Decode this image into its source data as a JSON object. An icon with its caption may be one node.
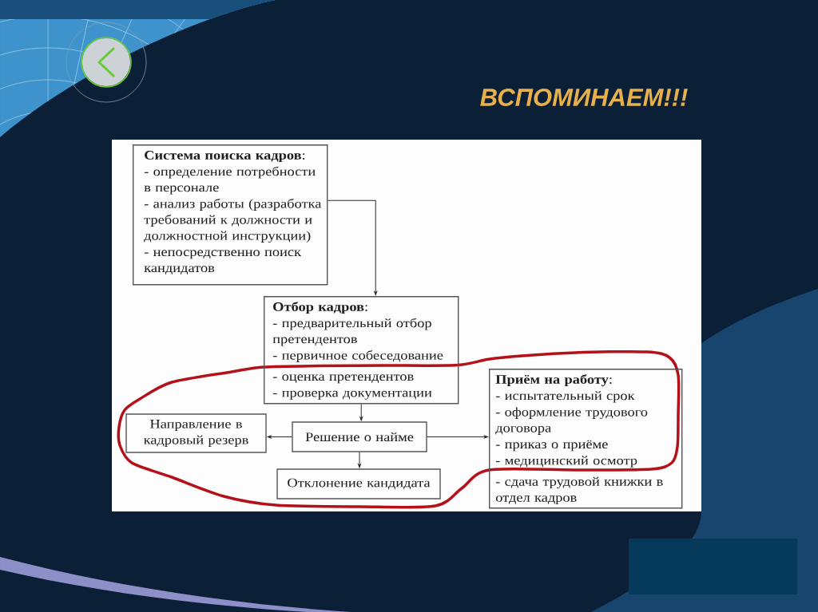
{
  "diagram": {
    "title": "ВСПОМИНАЕМ!!!",
    "nodes": [
      {
        "text": [
          "**Система поиска кадров**:",
          "- определение потребности в персонале",
          "- анализ работы (разработка требований к должности и должностной инструкции)",
          "- непосредственно поиск кандидатов"
        ]
      },
      {
        "text": [
          "**Отбор кадров**:",
          "- предварительный отбор претендентов",
          "- первичное собеседование",
          "- оценка претендентов",
          "- проверка документации"
        ]
      },
      {
        "text": [
          "Направление в кадровый резерв"
        ]
      },
      {
        "text": [
          "Решение о найме"
        ]
      },
      {
        "text": [
          "**Приём на работу**:",
          "- испытательный срок",
          "- оформление трудового договора",
          "- приказ о приёме",
          "- медицинский осмотр",
          "- сдача трудовой книжки в отдел кадров"
        ]
      },
      {
        "text": [
          "Отклонение кандидата"
        ]
      }
    ],
    "edges": [
      {
        "from": 0,
        "to": 1,
        "arrow": "to"
      },
      {
        "from": 1,
        "to": 3,
        "arrow": "to"
      },
      {
        "from": 3,
        "to": 2,
        "arrow": "to"
      },
      {
        "from": 3,
        "to": 4,
        "arrow": "to"
      },
      {
        "from": 3,
        "to": 5,
        "arrow": "to"
      }
    ]
  }
}
